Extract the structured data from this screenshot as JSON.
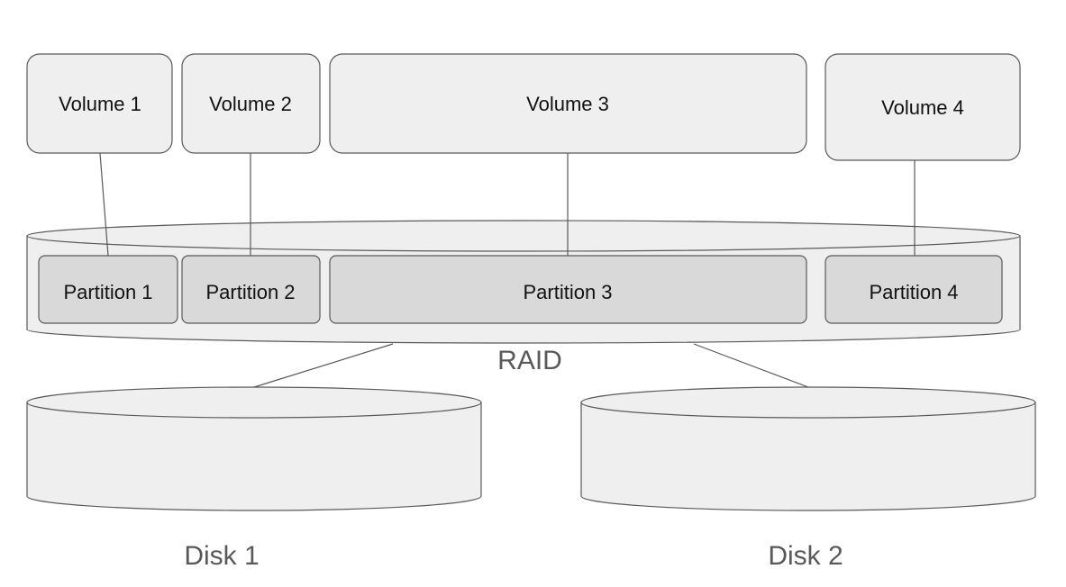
{
  "volumes": [
    {
      "label": "Volume 1"
    },
    {
      "label": "Volume 2"
    },
    {
      "label": "Volume 3"
    },
    {
      "label": "Volume 4"
    }
  ],
  "partitions": [
    {
      "label": "Partition 1"
    },
    {
      "label": "Partition 2"
    },
    {
      "label": "Partition 3"
    },
    {
      "label": "Partition 4"
    }
  ],
  "raid": {
    "label": "RAID"
  },
  "disks": [
    {
      "label": "Disk 1"
    },
    {
      "label": "Disk 2"
    }
  ],
  "colors": {
    "volume_fill": "#efefef",
    "partition_fill": "#d9d9d9",
    "stroke": "#595959",
    "outer_label": "#595959"
  }
}
